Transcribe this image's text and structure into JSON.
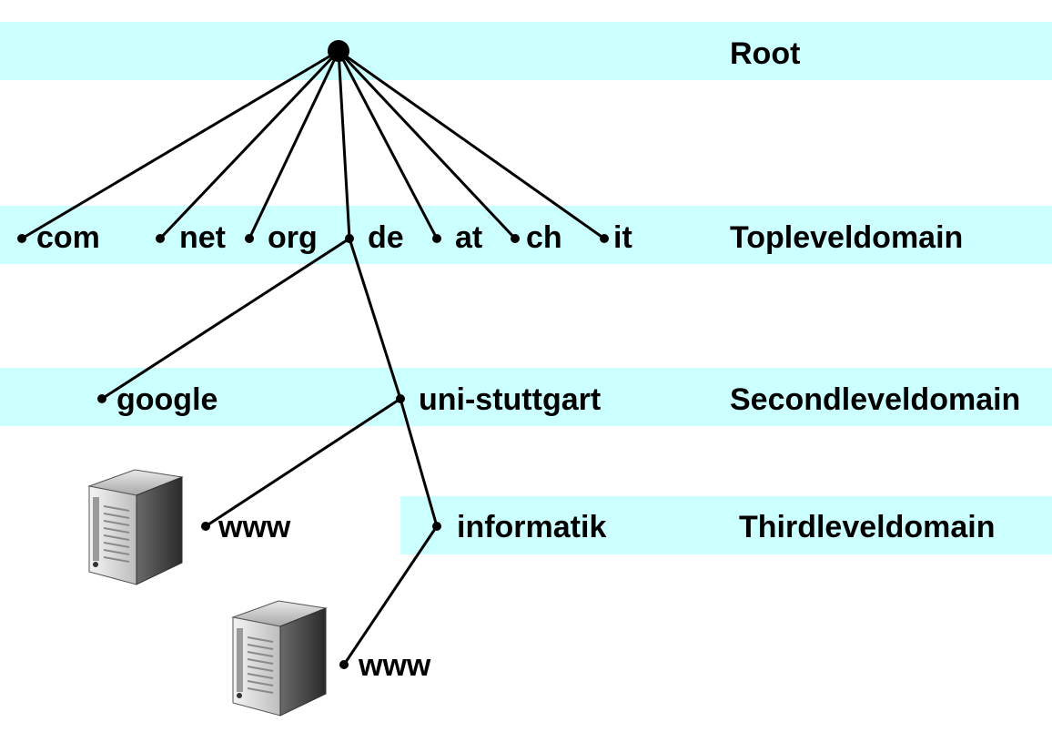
{
  "colors": {
    "band": "#ccffff",
    "ink": "#000000"
  },
  "levels": {
    "root": "Root",
    "toplevel": "Topleveldomain",
    "secondlevel": "Secondleveldomain",
    "thirdlevel": "Thirdleveldomain"
  },
  "nodes": {
    "com": "com",
    "net": "net",
    "org": "org",
    "de": "de",
    "at": "at",
    "ch": "ch",
    "it": "it",
    "google": "google",
    "uni_stuttgart": "uni-stuttgart",
    "www_uni": "www",
    "informatik": "informatik",
    "www_informatik": "www"
  },
  "icons": [
    "server-icon",
    "server-icon"
  ]
}
